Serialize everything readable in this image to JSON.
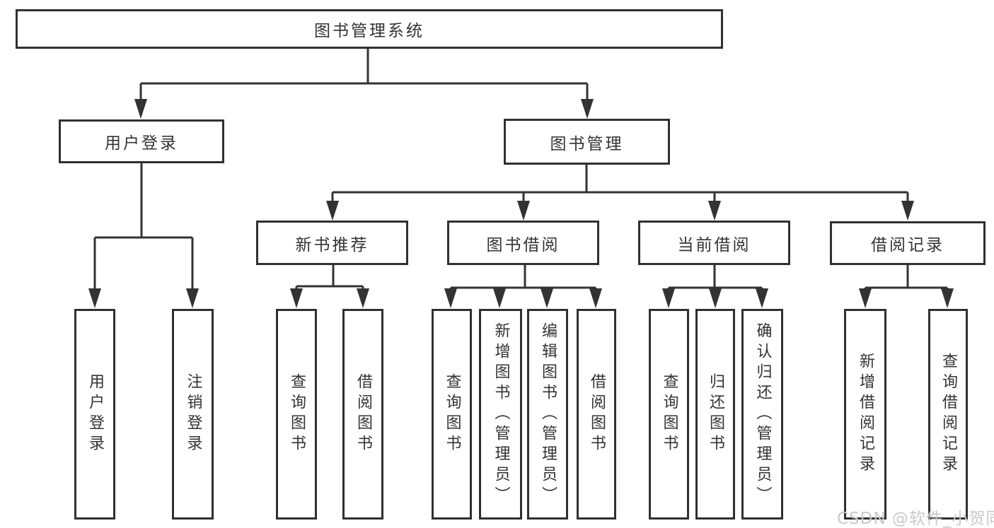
{
  "diagram": {
    "root": {
      "label": "图书管理系统"
    },
    "branches": [
      {
        "label": "用户登录",
        "children": [
          {
            "label": "用户登录"
          },
          {
            "label": "注销登录"
          }
        ]
      },
      {
        "label": "图书管理",
        "children": [
          {
            "label": "新书推荐",
            "children": [
              {
                "label": "查询图书"
              },
              {
                "label": "借阅图书"
              }
            ]
          },
          {
            "label": "图书借阅",
            "children": [
              {
                "label": "查询图书"
              },
              {
                "label": "新增图书（管理员）"
              },
              {
                "label": "编辑图书（管理员）"
              },
              {
                "label": "借阅图书"
              }
            ]
          },
          {
            "label": "当前借阅",
            "children": [
              {
                "label": "查询图书"
              },
              {
                "label": "归还图书"
              },
              {
                "label": "确认归还（管理员）"
              }
            ]
          },
          {
            "label": "借阅记录",
            "children": [
              {
                "label": "新增借阅记录"
              },
              {
                "label": "查询借阅记录"
              }
            ]
          }
        ]
      }
    ]
  },
  "watermark": "CSDN @软件_小贺同学",
  "colors": {
    "line": "#333333",
    "box_border": "#303030",
    "text": "#333333",
    "watermark": "#c9c9c9",
    "background": "#ffffff"
  }
}
